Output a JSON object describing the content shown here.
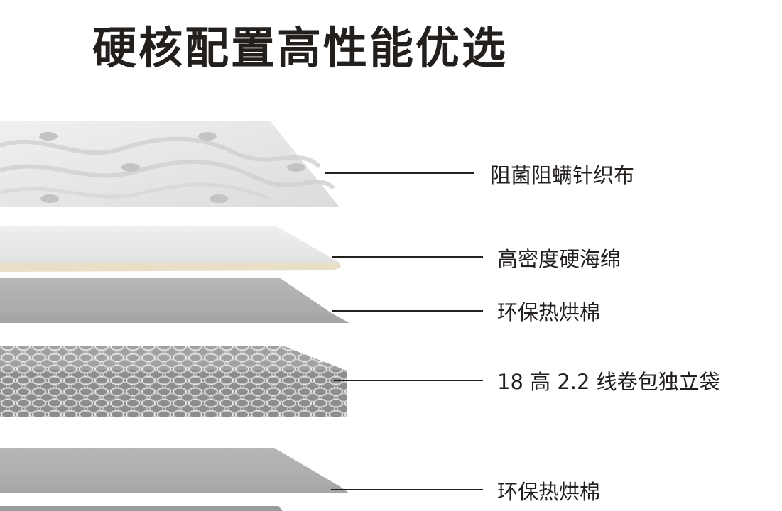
{
  "title": "硬核配置高性能优选",
  "layers": [
    {
      "label": "阻菌阻螨针织布"
    },
    {
      "label": "高密度硬海绵"
    },
    {
      "label": "环保热烘棉"
    },
    {
      "label": "18 高 2.2 线卷包独立袋"
    },
    {
      "label": "环保热烘棉"
    }
  ]
}
